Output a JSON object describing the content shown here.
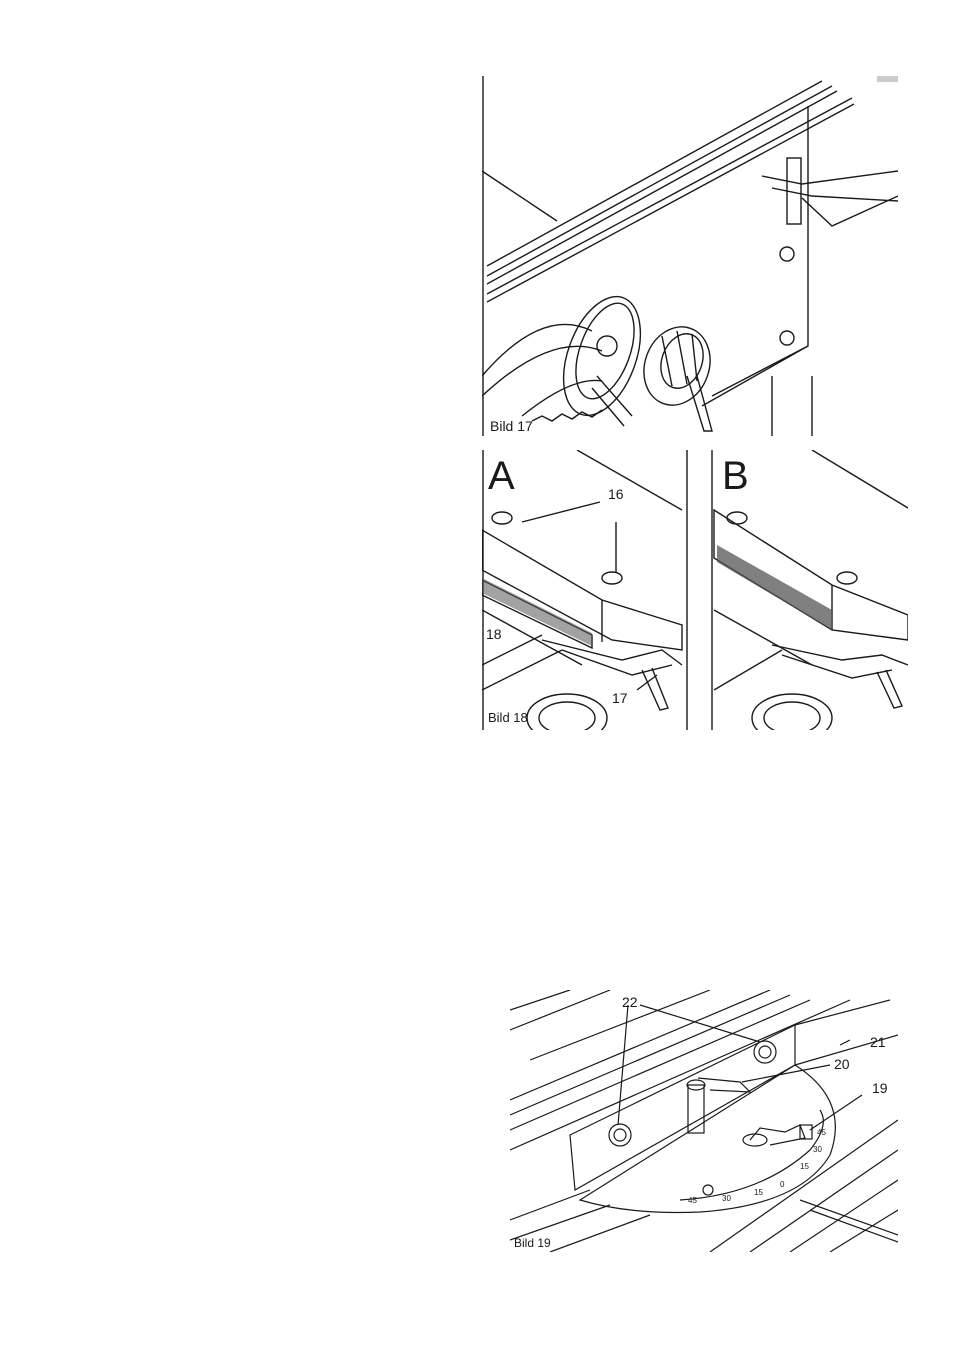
{
  "figures": {
    "fig17": {
      "caption": "Bild 17"
    },
    "fig18": {
      "caption": "Bild 18",
      "panel_a": "A",
      "panel_b": "B",
      "callouts": {
        "c16": "16",
        "c17": "17",
        "c18": "18"
      }
    },
    "fig19": {
      "caption": "Bild 19",
      "callouts": {
        "c19": "19",
        "c20": "20",
        "c21": "21",
        "c22": "22"
      },
      "scale": [
        "45",
        "30",
        "15",
        "0",
        "15",
        "30",
        "45"
      ]
    }
  },
  "colors": {
    "ink": "#1a1a1a",
    "paper": "#ffffff",
    "shade": "#555555"
  }
}
